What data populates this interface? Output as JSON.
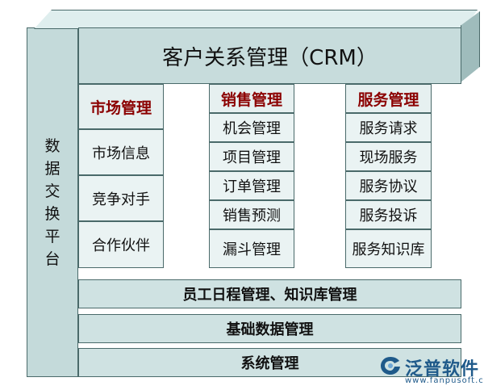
{
  "left_column": {
    "label": "数据交换平台"
  },
  "header": {
    "title": "客户关系管理（CRM）"
  },
  "columns": [
    {
      "title": "市场管理",
      "items": [
        "市场信息",
        "竞争对手",
        "合作伙伴"
      ]
    },
    {
      "title": "销售管理",
      "items": [
        "机会管理",
        "项目管理",
        "订单管理",
        "销售预测",
        "漏斗管理"
      ]
    },
    {
      "title": "服务管理",
      "items": [
        "服务请求",
        "现场服务",
        "服务协议",
        "服务投诉",
        "服务知识库"
      ]
    }
  ],
  "bands": [
    "员工日程管理、知识库管理",
    "基础数据管理",
    "系统管理"
  ],
  "logo": {
    "name": "泛普软件",
    "url": "www.fanpusoft.com"
  },
  "colors": {
    "header_text": "#8b0000",
    "box_fill": "#cfe2e2",
    "border": "#4a6a6a",
    "logo": "#1f5a8a"
  }
}
